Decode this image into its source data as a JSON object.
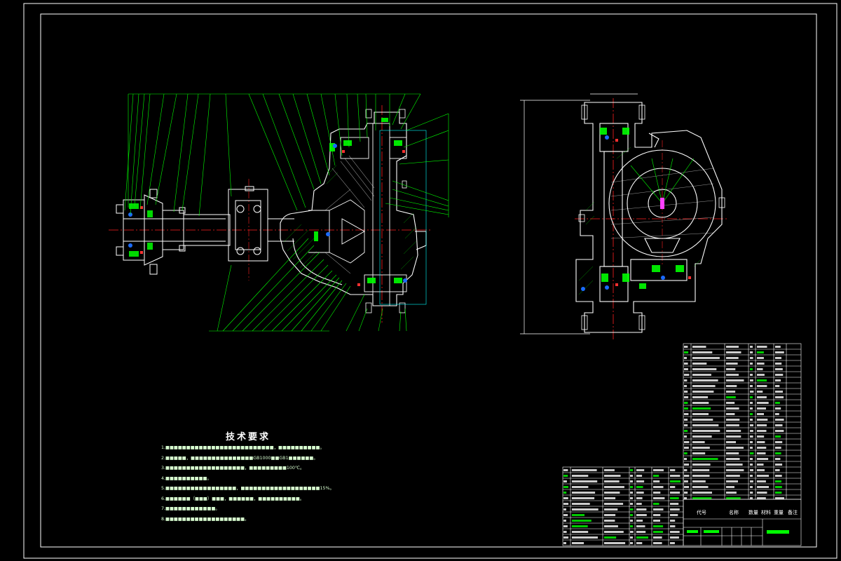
{
  "drawing": {
    "background_color": "#000000",
    "line_colors": {
      "outline": "#ffffff",
      "leader": "#00ff00",
      "centerline": "#ff2020",
      "hidden": "#ff40ff",
      "detail": "#00ffff",
      "fill": "#00ff00"
    }
  },
  "technical_requirements": {
    "title": "技术要求",
    "notes": [
      "1.■■■■■■■■■■■■■■■■■■■■■■■■■■，■■■■■■■■■■。",
      "2.■■■■■，■■■■■■■■■■■■■■■GB1000■■GB1■■■■■■。",
      "3.■■■■■■■■■■■■■■■■■■■，■■■■■■■■■100℃。",
      "4.■■■■■■■■■■。",
      "5.■■■■■■■■■■■■■■■■■，■■■■■■■■■■■■■■■■■■■15%。",
      "6.■■■■■■（■■■）■■■，■■■■■■，■■■■■■■■■■。",
      "7.■■■■■■■■■■■■。",
      "8.■■■■■■■■■■■■■■■■■■■。"
    ]
  },
  "title_block": {
    "col_code": "代号",
    "col_name": "名称",
    "col_qty": "数量",
    "col_material": "材料",
    "col_weight": "重量",
    "col_remarks": "备注"
  }
}
